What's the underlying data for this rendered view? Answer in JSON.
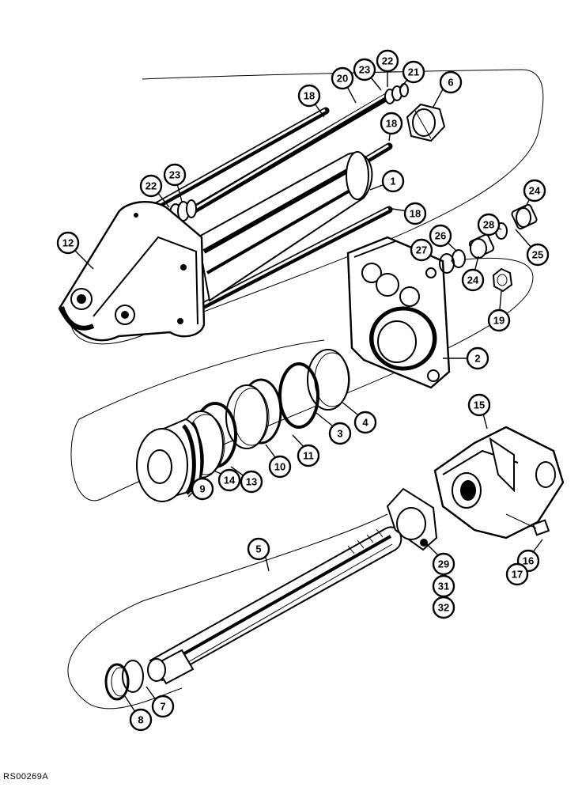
{
  "drawing_code": "RS00269A",
  "callouts": {
    "c1": "1",
    "c2": "2",
    "c3": "3",
    "c4": "4",
    "c5": "5",
    "c6": "6",
    "c7": "7",
    "c8": "8",
    "c9": "9",
    "c10": "10",
    "c11": "11",
    "c12": "12",
    "c13": "13",
    "c14": "14",
    "c15": "15",
    "c16": "16",
    "c17": "17",
    "c18a": "18",
    "c18b": "18",
    "c18c": "18",
    "c19": "19",
    "c20": "20",
    "c21": "21",
    "c22a": "22",
    "c22b": "22",
    "c23a": "23",
    "c23b": "23",
    "c24a": "24",
    "c24b": "24",
    "c25": "25",
    "c26": "26",
    "c27": "27",
    "c28": "28",
    "c29": "29",
    "c31": "31",
    "c32": "32"
  }
}
